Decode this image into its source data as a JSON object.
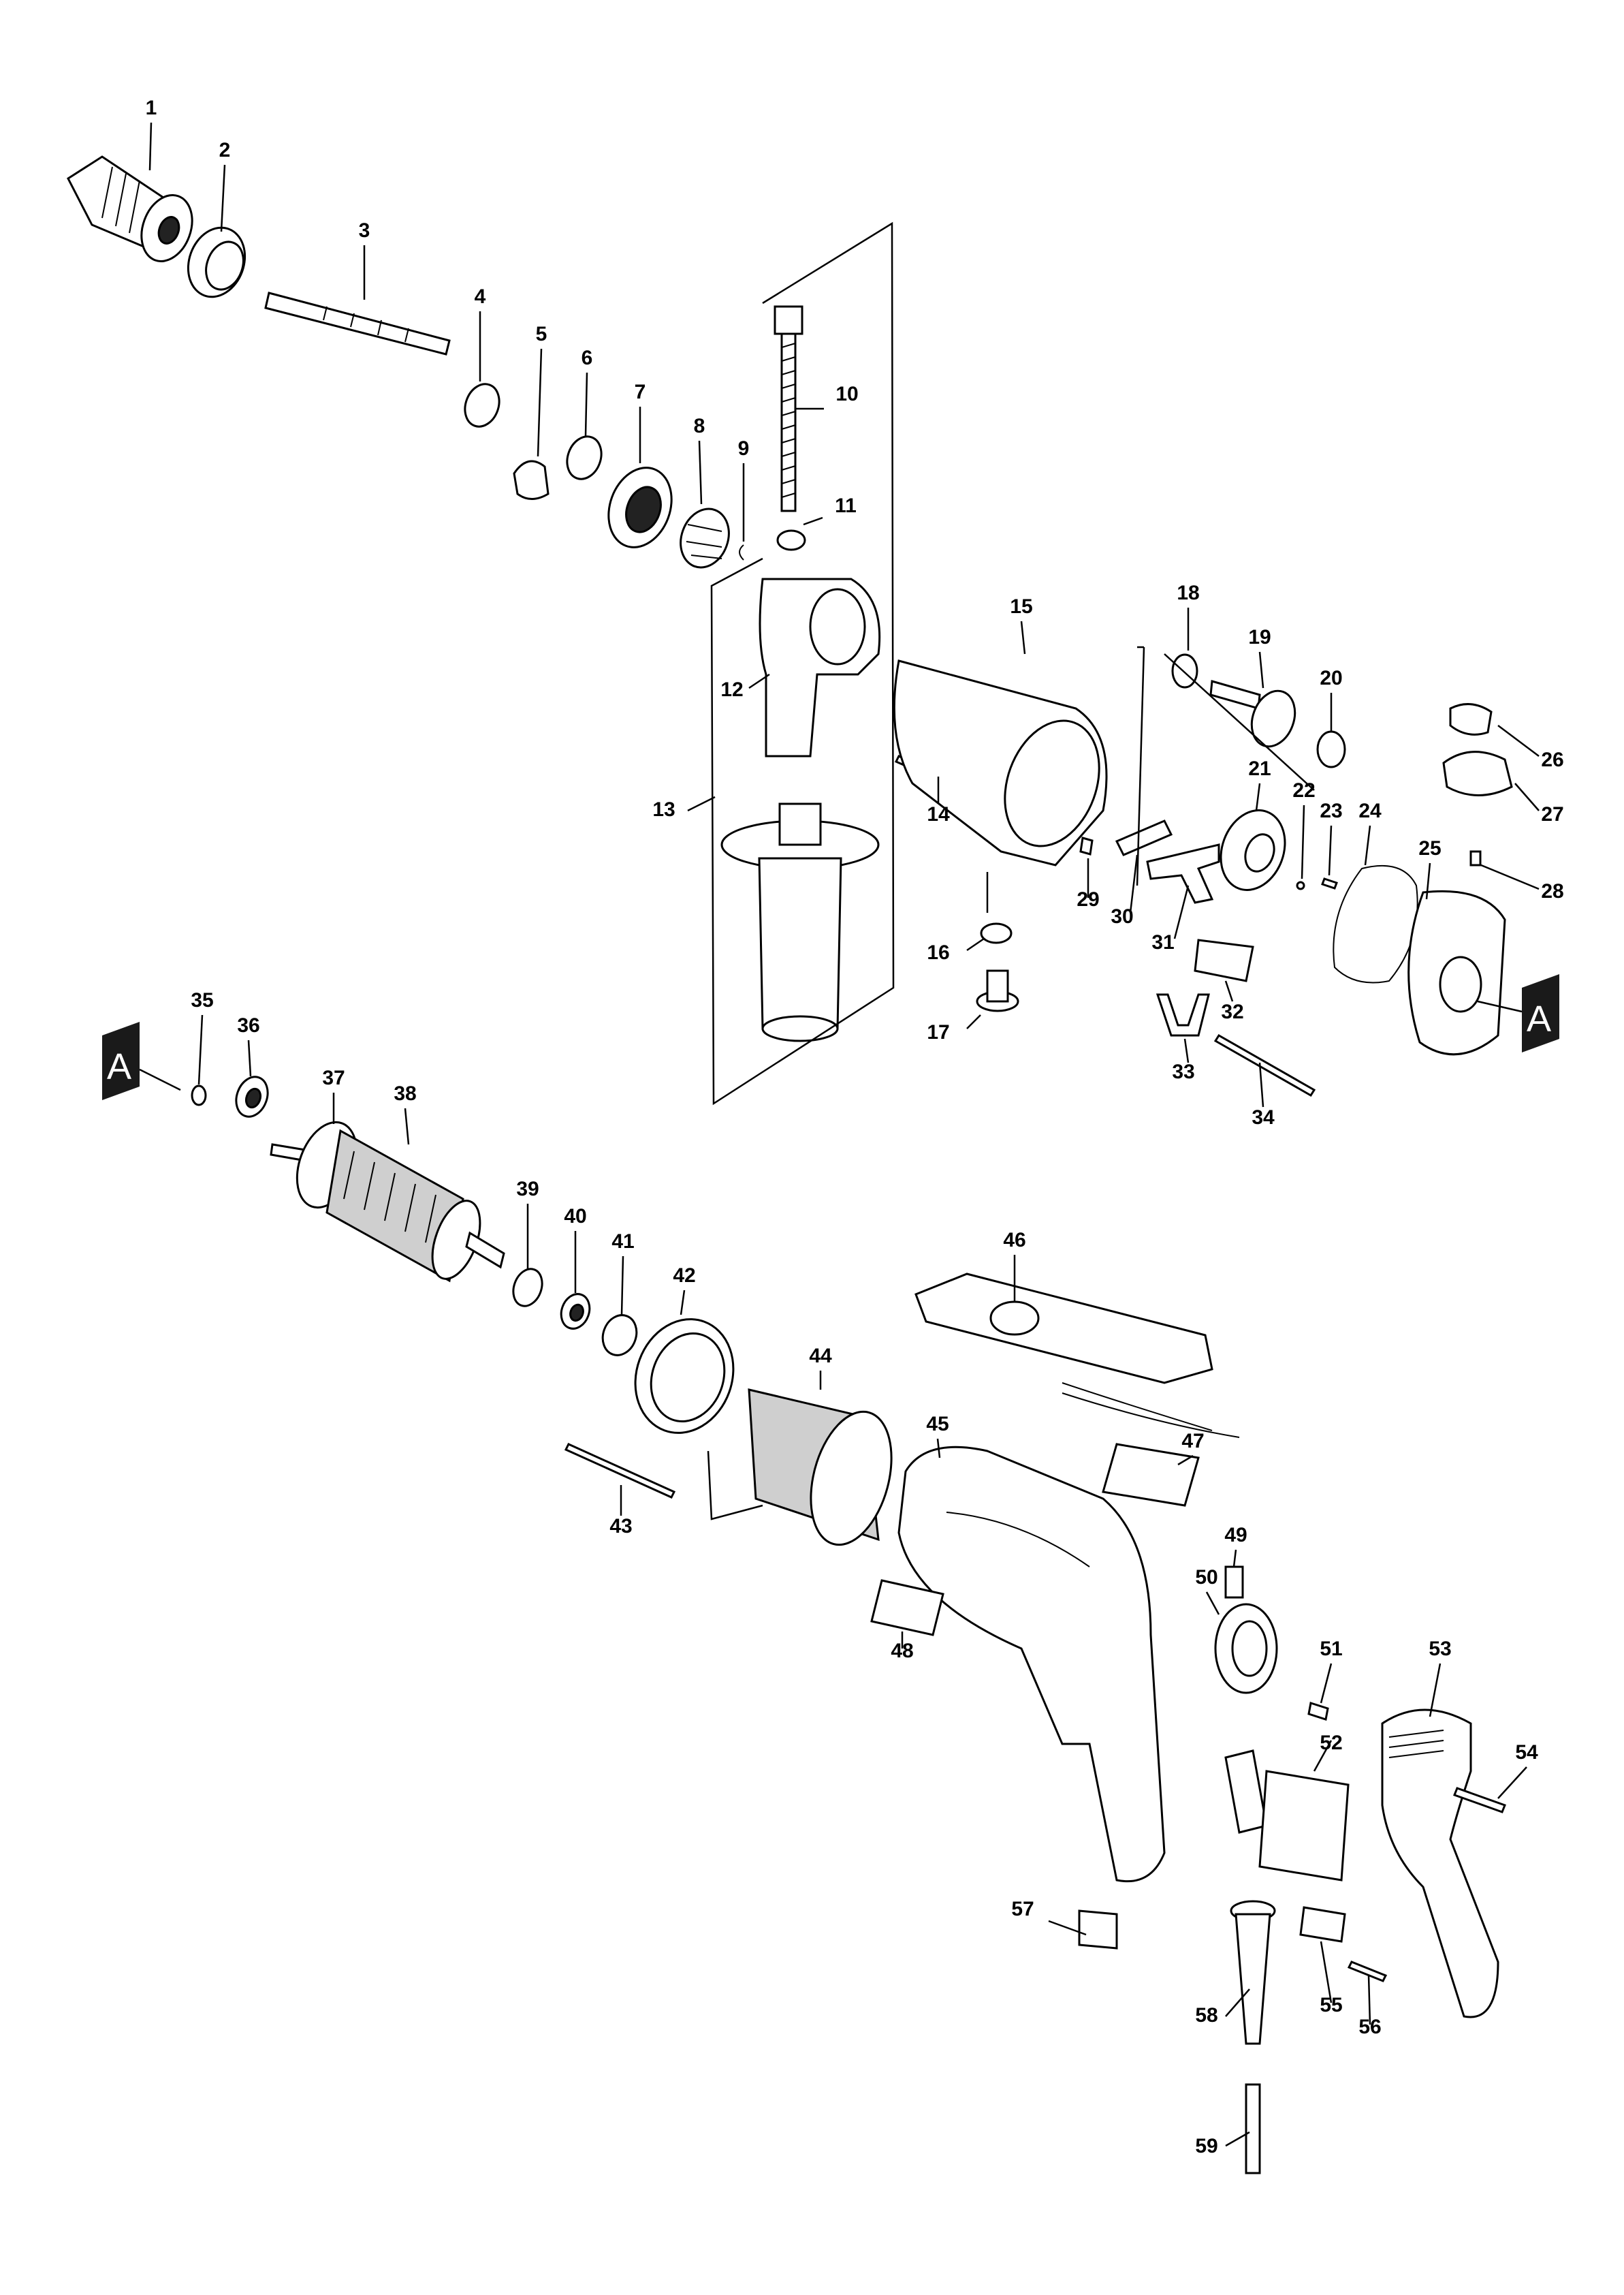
{
  "callouts": [
    {
      "label": "1"
    },
    {
      "label": "2"
    },
    {
      "label": "3"
    },
    {
      "label": "4"
    },
    {
      "label": "5"
    },
    {
      "label": "6"
    },
    {
      "label": "7"
    },
    {
      "label": "8"
    },
    {
      "label": "9"
    },
    {
      "label": "10"
    },
    {
      "label": "11"
    },
    {
      "label": "12"
    },
    {
      "label": "13"
    },
    {
      "label": "14"
    },
    {
      "label": "15"
    },
    {
      "label": "16"
    },
    {
      "label": "17"
    },
    {
      "label": "18"
    },
    {
      "label": "19"
    },
    {
      "label": "20"
    },
    {
      "label": "21"
    },
    {
      "label": "22"
    },
    {
      "label": "23"
    },
    {
      "label": "24"
    },
    {
      "label": "25"
    },
    {
      "label": "26"
    },
    {
      "label": "27"
    },
    {
      "label": "28"
    },
    {
      "label": "29"
    },
    {
      "label": "30"
    },
    {
      "label": "31"
    },
    {
      "label": "32"
    },
    {
      "label": "33"
    },
    {
      "label": "34"
    },
    {
      "label": "35"
    },
    {
      "label": "36"
    },
    {
      "label": "37"
    },
    {
      "label": "38"
    },
    {
      "label": "39"
    },
    {
      "label": "40"
    },
    {
      "label": "41"
    },
    {
      "label": "42"
    },
    {
      "label": "43"
    },
    {
      "label": "44"
    },
    {
      "label": "45"
    },
    {
      "label": "46"
    },
    {
      "label": "47"
    },
    {
      "label": "48"
    },
    {
      "label": "49"
    },
    {
      "label": "50"
    },
    {
      "label": "51"
    },
    {
      "label": "52"
    },
    {
      "label": "53"
    },
    {
      "label": "54"
    },
    {
      "label": "55"
    },
    {
      "label": "56"
    },
    {
      "label": "57"
    },
    {
      "label": "58"
    },
    {
      "label": "59"
    }
  ],
  "markers": [
    {
      "label": "A"
    },
    {
      "label": "A"
    }
  ]
}
